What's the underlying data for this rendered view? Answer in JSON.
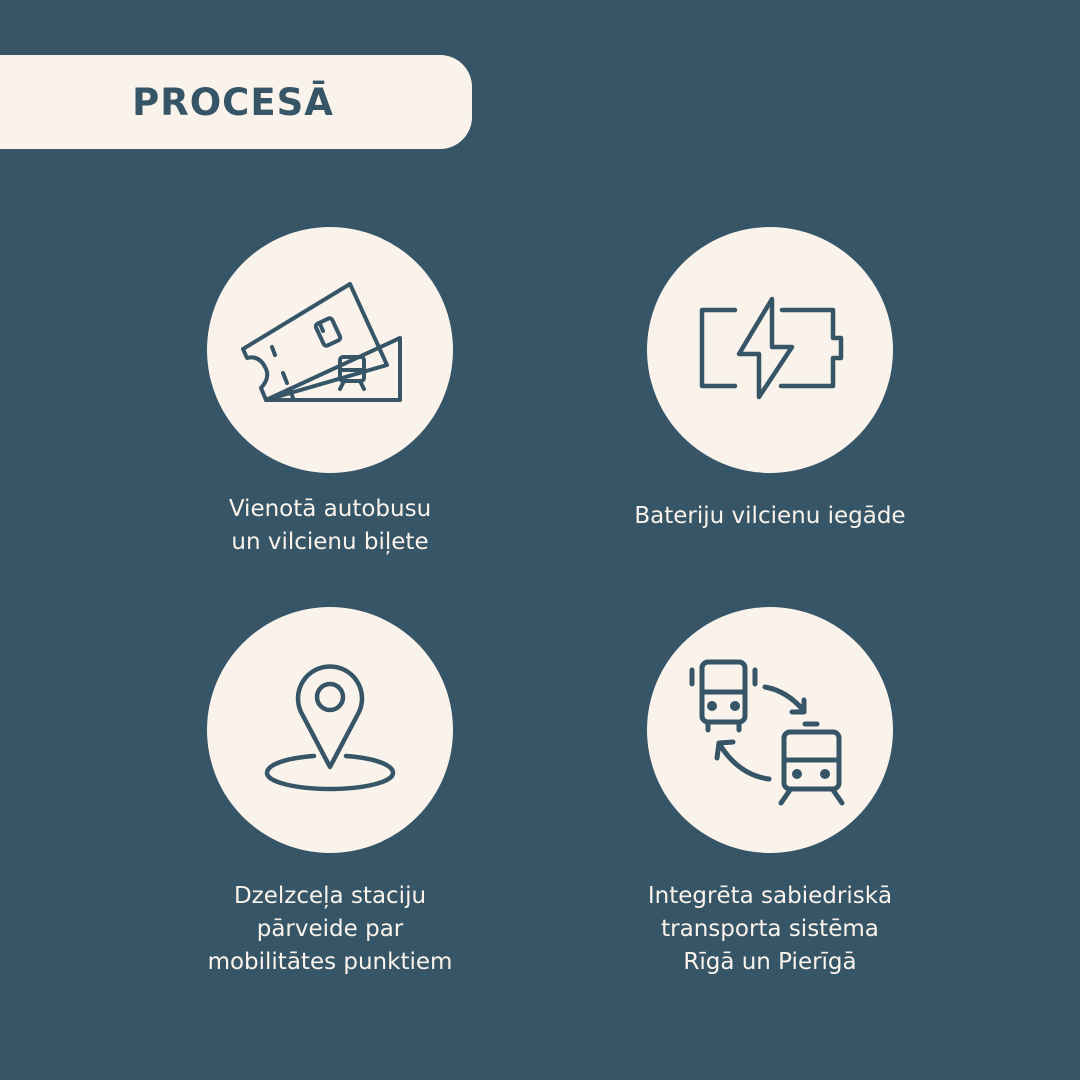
{
  "header": {
    "title": "PROCESĀ"
  },
  "items": [
    {
      "icon": "ticket-icon",
      "lines": [
        "Vienotā autobusu",
        "un vilcienu biļete"
      ]
    },
    {
      "icon": "battery-charge-icon",
      "lines": [
        "Bateriju vilcienu iegāde"
      ]
    },
    {
      "icon": "map-pin-icon",
      "lines": [
        "Dzelzceļa staciju",
        "pārveide par",
        "mobilitātes punktiem"
      ]
    },
    {
      "icon": "bus-train-transfer-icon",
      "lines": [
        "Integrēta sabiedriskā",
        "transporta sistēma",
        "Rīgā un Pierīgā"
      ]
    }
  ],
  "colors": {
    "background": "#365566",
    "cream": "#f9f3ec"
  }
}
